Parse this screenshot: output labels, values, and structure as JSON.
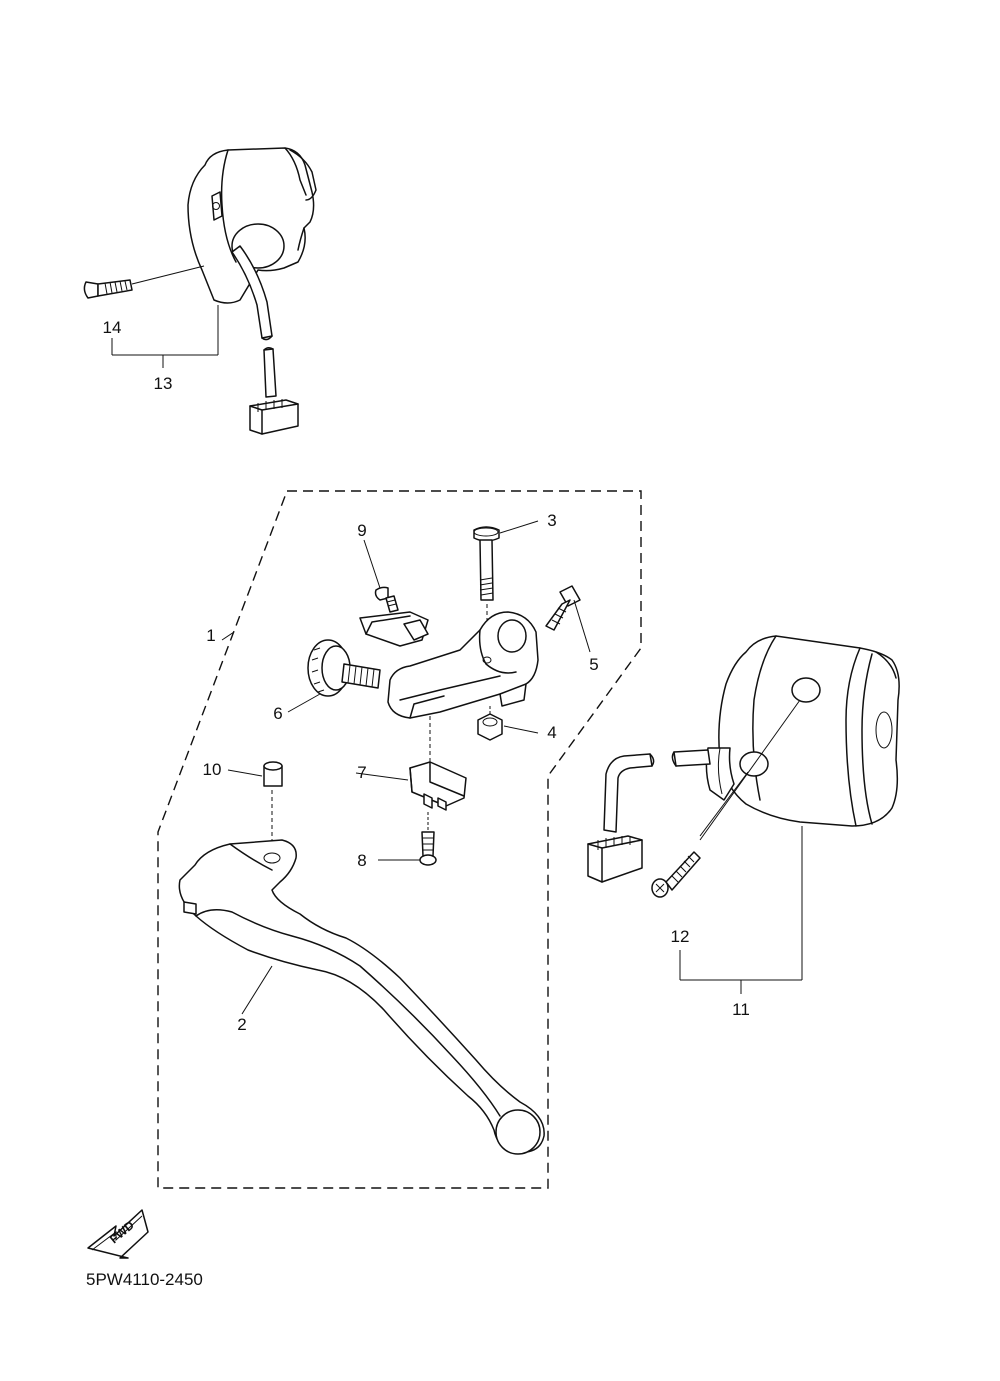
{
  "labels": {
    "p1": "1",
    "p2": "2",
    "p3": "3",
    "p4": "4",
    "p5": "5",
    "p6": "6",
    "p7": "7",
    "p8": "8",
    "p9": "9",
    "p10": "10",
    "p11": "11",
    "p12": "12",
    "p13": "13",
    "p14": "14"
  },
  "fwd_label": "FWD",
  "diagram_code": "5PW4110-2450"
}
